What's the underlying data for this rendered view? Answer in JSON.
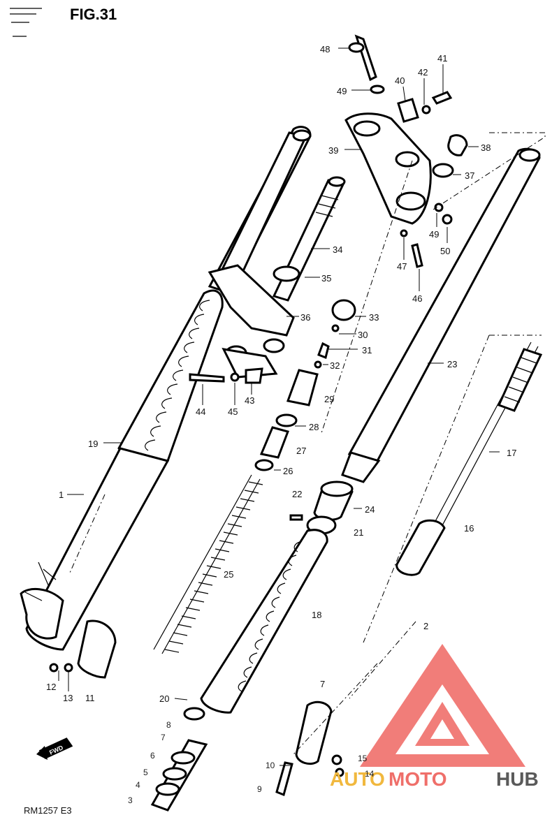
{
  "figure": {
    "title": "FIG.31",
    "code": "RM1257 E3",
    "fwd_label": "FWD"
  },
  "watermark": {
    "part1": "AUTO",
    "part2": "MOTO",
    "part3": "HUB",
    "colors": {
      "auto": "#f1b83e",
      "moto": "#ef6f6a",
      "hub": "#5a5a5a"
    }
  },
  "callouts": [
    {
      "id": "48",
      "text": "48"
    },
    {
      "id": "49a",
      "text": "49"
    },
    {
      "id": "40",
      "text": "40"
    },
    {
      "id": "42",
      "text": "42"
    },
    {
      "id": "41",
      "text": "41"
    },
    {
      "id": "39",
      "text": "39"
    },
    {
      "id": "38",
      "text": "38"
    },
    {
      "id": "37",
      "text": "37"
    },
    {
      "id": "49b",
      "text": "49"
    },
    {
      "id": "50",
      "text": "50"
    },
    {
      "id": "47",
      "text": "47"
    },
    {
      "id": "46",
      "text": "46"
    },
    {
      "id": "34",
      "text": "34"
    },
    {
      "id": "35",
      "text": "35"
    },
    {
      "id": "36",
      "text": "36"
    },
    {
      "id": "33",
      "text": "33"
    },
    {
      "id": "30",
      "text": "30"
    },
    {
      "id": "31",
      "text": "31"
    },
    {
      "id": "32",
      "text": "32"
    },
    {
      "id": "23",
      "text": "23"
    },
    {
      "id": "44",
      "text": "44"
    },
    {
      "id": "45",
      "text": "45"
    },
    {
      "id": "43",
      "text": "43"
    },
    {
      "id": "29",
      "text": "29"
    },
    {
      "id": "28",
      "text": "28"
    },
    {
      "id": "27",
      "text": "27"
    },
    {
      "id": "17",
      "text": "17"
    },
    {
      "id": "19",
      "text": "19"
    },
    {
      "id": "26",
      "text": "26"
    },
    {
      "id": "22",
      "text": "22"
    },
    {
      "id": "1",
      "text": "1"
    },
    {
      "id": "24",
      "text": "24"
    },
    {
      "id": "21",
      "text": "21"
    },
    {
      "id": "16",
      "text": "16"
    },
    {
      "id": "25",
      "text": "25"
    },
    {
      "id": "18",
      "text": "18"
    },
    {
      "id": "2",
      "text": "2"
    },
    {
      "id": "12",
      "text": "12"
    },
    {
      "id": "13",
      "text": "13"
    },
    {
      "id": "11",
      "text": "11"
    },
    {
      "id": "20",
      "text": "20"
    },
    {
      "id": "7",
      "text": "7"
    },
    {
      "id": "8",
      "text": "8"
    },
    {
      "id": "6",
      "text": "6"
    },
    {
      "id": "5",
      "text": "5"
    },
    {
      "id": "4",
      "text": "4"
    },
    {
      "id": "3",
      "text": "3"
    },
    {
      "id": "10",
      "text": "10"
    },
    {
      "id": "9",
      "text": "9"
    },
    {
      "id": "15",
      "text": "15"
    },
    {
      "id": "14",
      "text": "14"
    },
    {
      "id": "7b",
      "text": "7"
    }
  ]
}
